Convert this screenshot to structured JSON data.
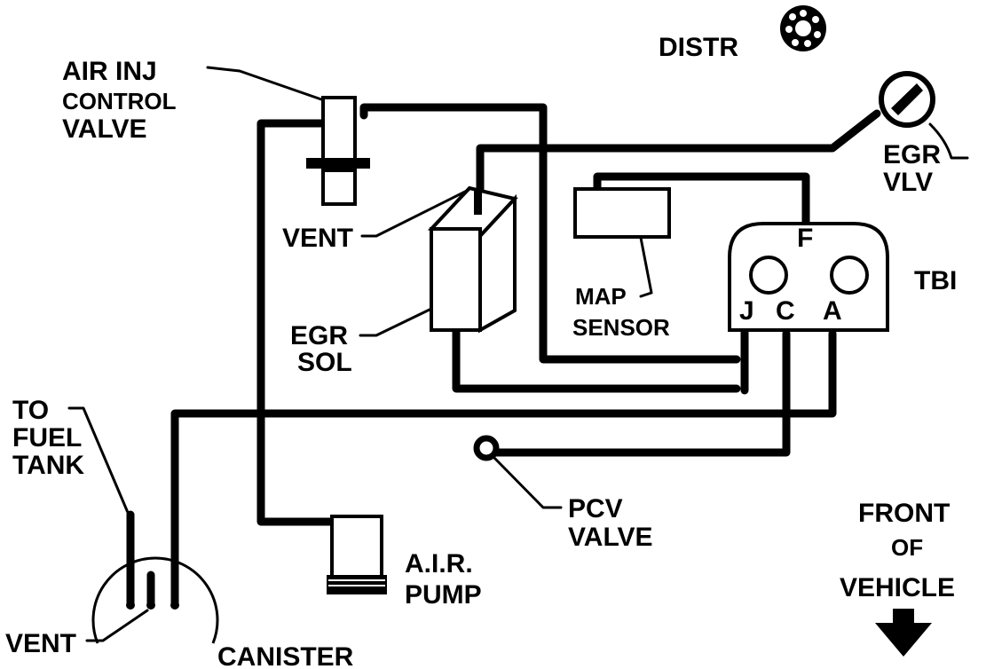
{
  "labels": {
    "distr": "DISTR",
    "air_inj_1": "AIR INJ",
    "air_inj_2": "CONTROL",
    "air_inj_3": "VALVE",
    "egr_vlv_1": "EGR",
    "egr_vlv_2": "VLV",
    "vent_top": "VENT",
    "tbi": "TBI",
    "port_f": "F",
    "port_j": "J",
    "port_c": "C",
    "port_a": "A",
    "map_1": "MAP",
    "map_2": "SENSOR",
    "egr_sol_1": "EGR",
    "egr_sol_2": "SOL",
    "fuel_1": "TO",
    "fuel_2": "FUEL",
    "fuel_3": "TANK",
    "pcv_1": "PCV",
    "pcv_2": "VALVE",
    "front_1": "FRONT",
    "front_2": "OF",
    "front_3": "VEHICLE",
    "air_pump_1": "A.I.R.",
    "air_pump_2": "PUMP",
    "vent_bottom": "VENT",
    "canister": "CANISTER"
  },
  "colors": {
    "ink": "#000000",
    "paper": "#ffffff"
  }
}
